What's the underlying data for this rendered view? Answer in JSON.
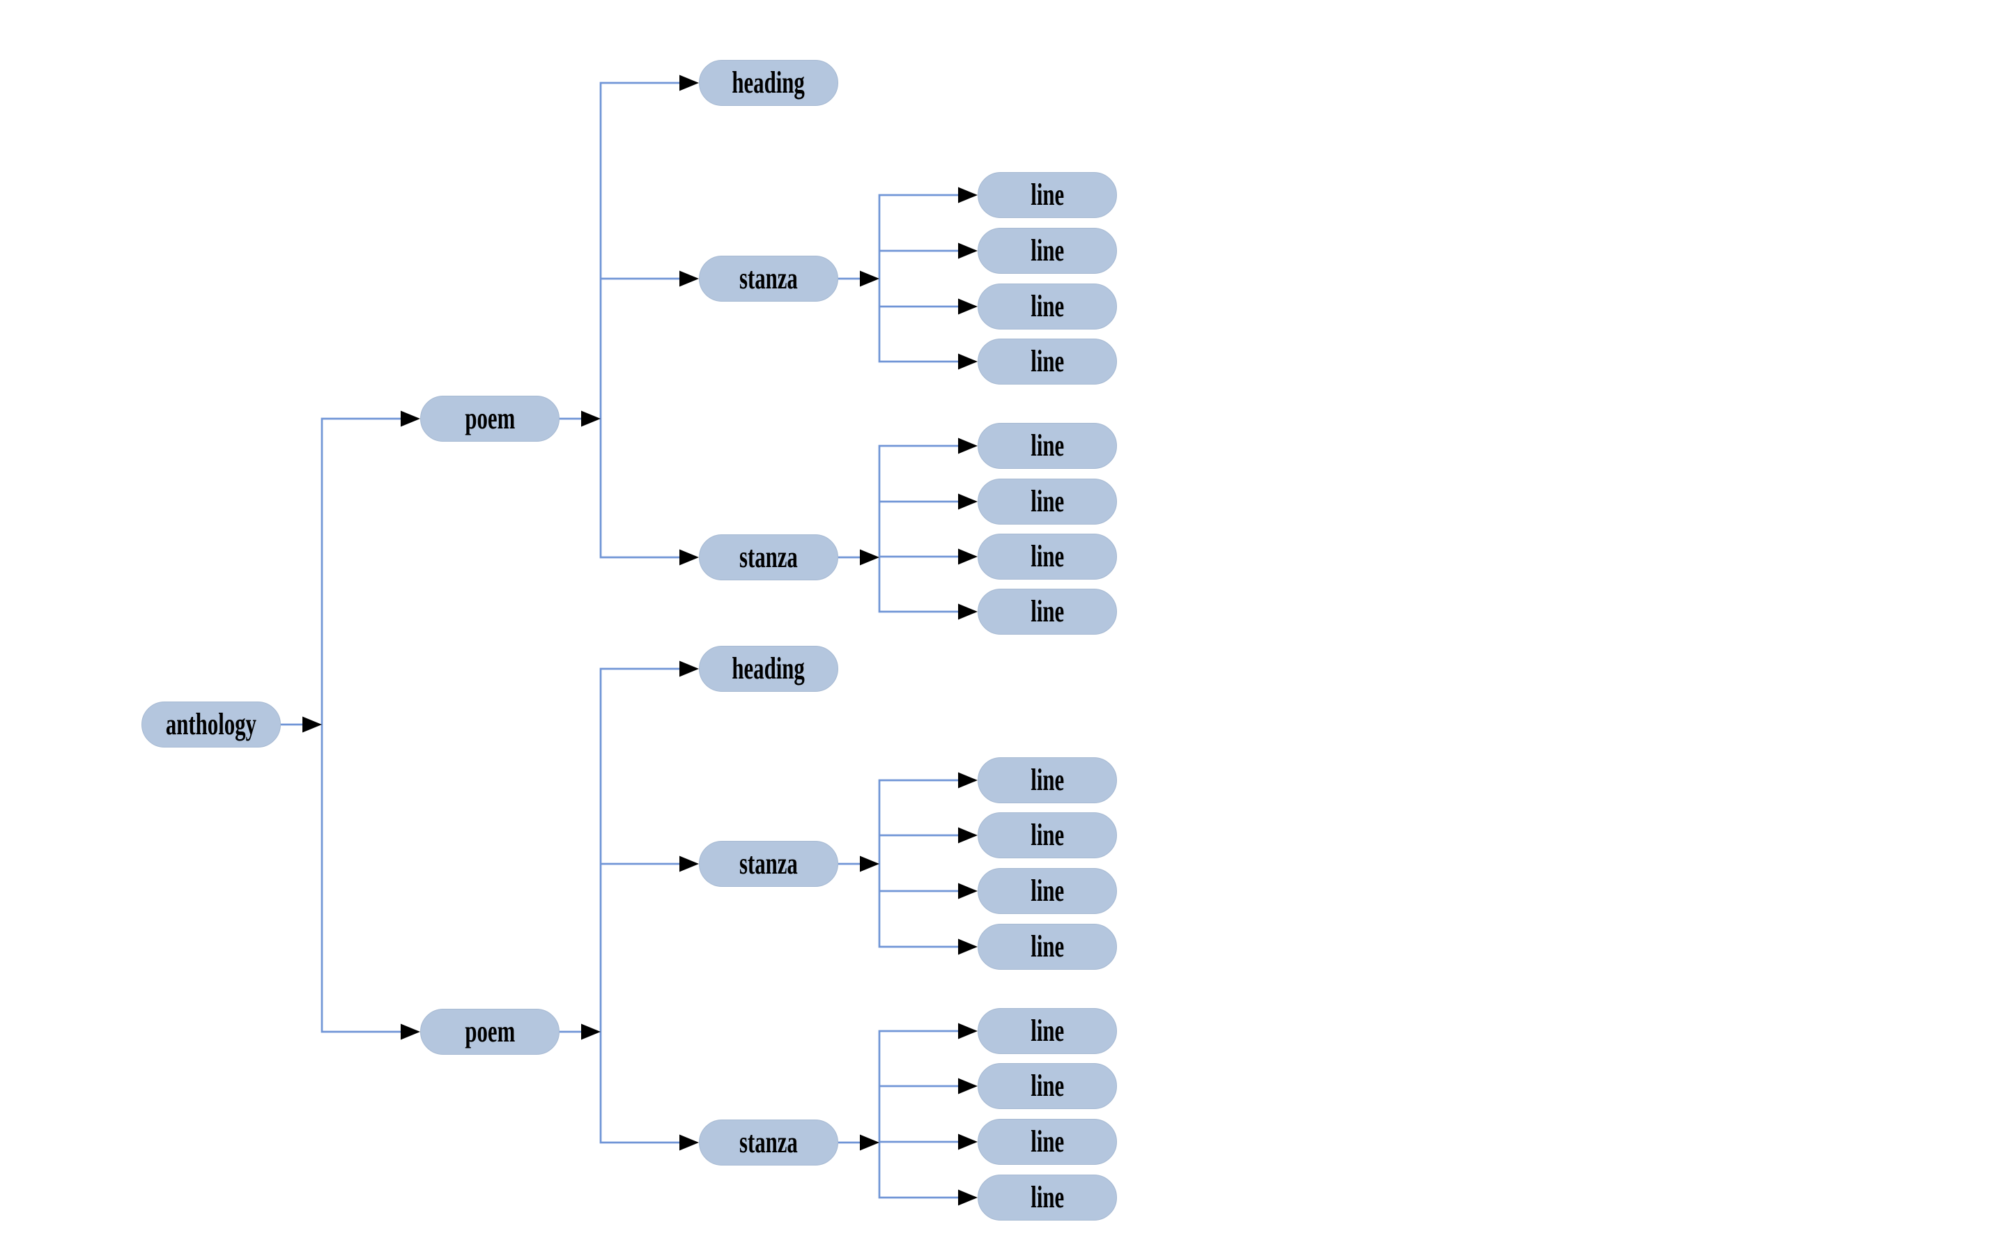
{
  "diagram": {
    "type": "tree",
    "orientation": "left-to-right",
    "tree": {
      "label": "anthology",
      "children": [
        {
          "label": "poem",
          "children": [
            {
              "label": "heading",
              "children": []
            },
            {
              "label": "stanza",
              "children": [
                {
                  "label": "line"
                },
                {
                  "label": "line"
                },
                {
                  "label": "line"
                },
                {
                  "label": "line"
                }
              ]
            },
            {
              "label": "stanza",
              "children": [
                {
                  "label": "line"
                },
                {
                  "label": "line"
                },
                {
                  "label": "line"
                },
                {
                  "label": "line"
                }
              ]
            }
          ]
        },
        {
          "label": "poem",
          "children": [
            {
              "label": "heading",
              "children": []
            },
            {
              "label": "stanza",
              "children": [
                {
                  "label": "line"
                },
                {
                  "label": "line"
                },
                {
                  "label": "line"
                },
                {
                  "label": "line"
                }
              ]
            },
            {
              "label": "stanza",
              "children": [
                {
                  "label": "line"
                },
                {
                  "label": "line"
                },
                {
                  "label": "line"
                },
                {
                  "label": "line"
                }
              ]
            }
          ]
        }
      ]
    },
    "colors": {
      "node_fill": "#b4c6de",
      "node_border": "#a6b9d2",
      "edge": "#7095d6",
      "arrowhead": "#000000",
      "text": "#000000",
      "background": "#ffffff"
    }
  }
}
